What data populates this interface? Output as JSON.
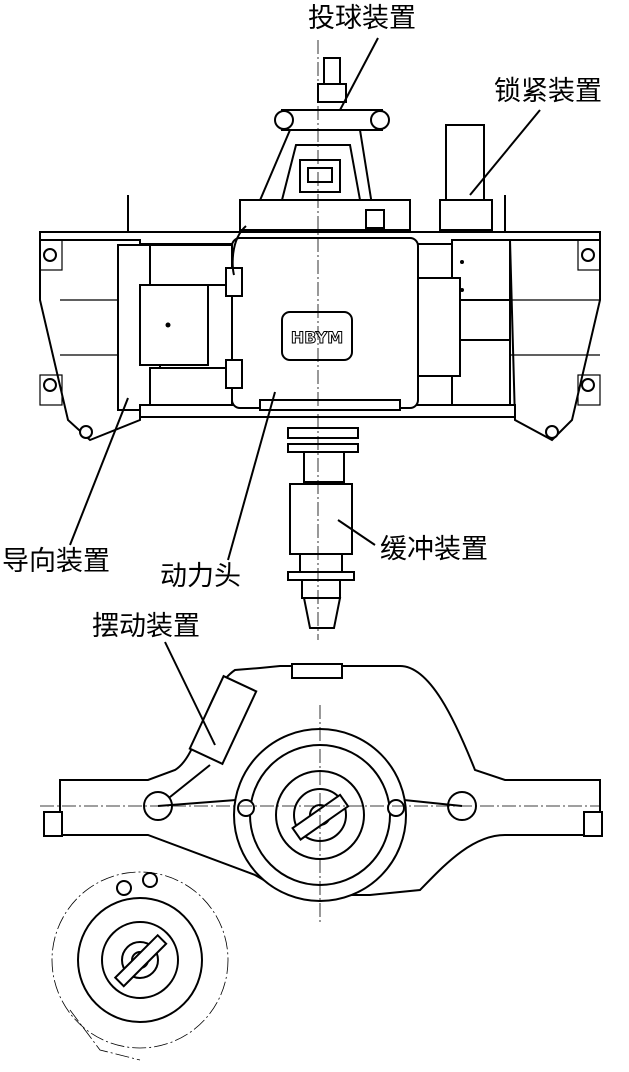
{
  "labels": {
    "ball_launcher": "投球装置",
    "locking_device": "锁紧装置",
    "guide_device": "导向装置",
    "power_head": "动力头",
    "buffer_device": "缓冲装置",
    "swing_device": "摆动装置"
  },
  "logo_text": "HBYM"
}
